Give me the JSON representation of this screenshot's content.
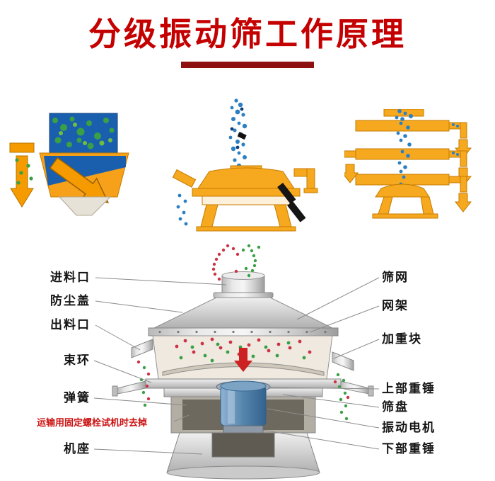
{
  "title": "分级振动筛工作原理",
  "callouts": {
    "left": [
      {
        "text": "进料口"
      },
      {
        "text": "防尘盖"
      },
      {
        "text": "出料口"
      },
      {
        "text": "束环"
      },
      {
        "text": "弹簧"
      },
      {
        "text": "运输用固定螺栓试机时去掉"
      },
      {
        "text": "机座"
      }
    ],
    "right": [
      {
        "text": "筛网"
      },
      {
        "text": "网架"
      },
      {
        "text": "加重块"
      },
      {
        "text": "上部重锤"
      },
      {
        "text": "筛盘"
      },
      {
        "text": "振动电机"
      },
      {
        "text": "下部重锤"
      }
    ]
  },
  "colors": {
    "title_red": "#c40000",
    "underline_red": "#8e1111",
    "machine_orange": "#f59b00",
    "screen_blue": "#1a5fae",
    "particle_blue": "#2b7fc2",
    "particle_green": "#3aa046",
    "particle_red": "#cc3344",
    "motor_blue": "#4a7fa8",
    "warning_red": "#cc1111"
  }
}
